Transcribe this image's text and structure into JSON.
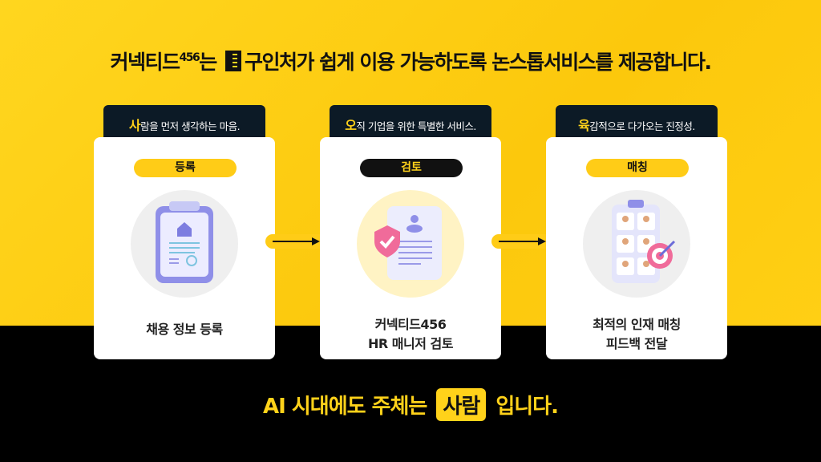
{
  "headline": {
    "prefix": "커넥티드",
    "sup": "456",
    "mid": "는",
    "rest": "구인처가 쉽게 이용 가능하도록 논스톱서비스를 제공합니다."
  },
  "steps": [
    {
      "tag_initial": "사",
      "tag_rest": "람을 먼저 생각하는 마음.",
      "pill": "등록",
      "caption1": "채용 정보 등록",
      "caption2": ""
    },
    {
      "tag_initial": "오",
      "tag_rest": "직 기업을 위한 특별한 서비스.",
      "pill": "검토",
      "caption1": "커넥티드456",
      "caption2": "HR 매니저 검토"
    },
    {
      "tag_initial": "육",
      "tag_rest": "감적으로 다가오는 진정성.",
      "pill": "매칭",
      "caption1": "최적의 인재 매칭",
      "caption2": "피드백 전달"
    }
  ],
  "footer": {
    "before": "AI 시대에도 주체는",
    "highlight": "사람",
    "after": "입니다."
  },
  "colors": {
    "yellow": "#ffd21a",
    "navy": "#0c1a26"
  }
}
